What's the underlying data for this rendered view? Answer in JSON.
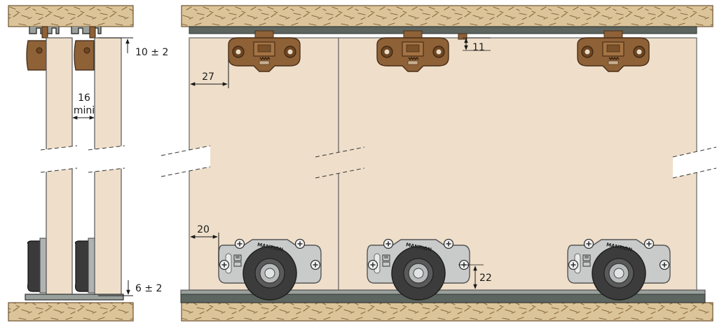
{
  "dimensions": {
    "top_gap": "10 ± 2",
    "door_gap_value": "16",
    "door_gap_suffix": "mini",
    "bottom_gap": "6 ± 2",
    "hanger_edge_offset": "27",
    "hanger_top_clearance": "11",
    "roller_edge_offset": "20",
    "roller_height": "22"
  },
  "roller_brand": "MANTION",
  "colors": {
    "wood": "#dcc49a",
    "wood_grain": "#8a6a3c",
    "door_panel": "#efdfca",
    "rail": "#5d6560",
    "hanger_bracket": "#8e6137",
    "roller_plate": "#c9cbcb",
    "wheel": "#3c3c3c"
  }
}
